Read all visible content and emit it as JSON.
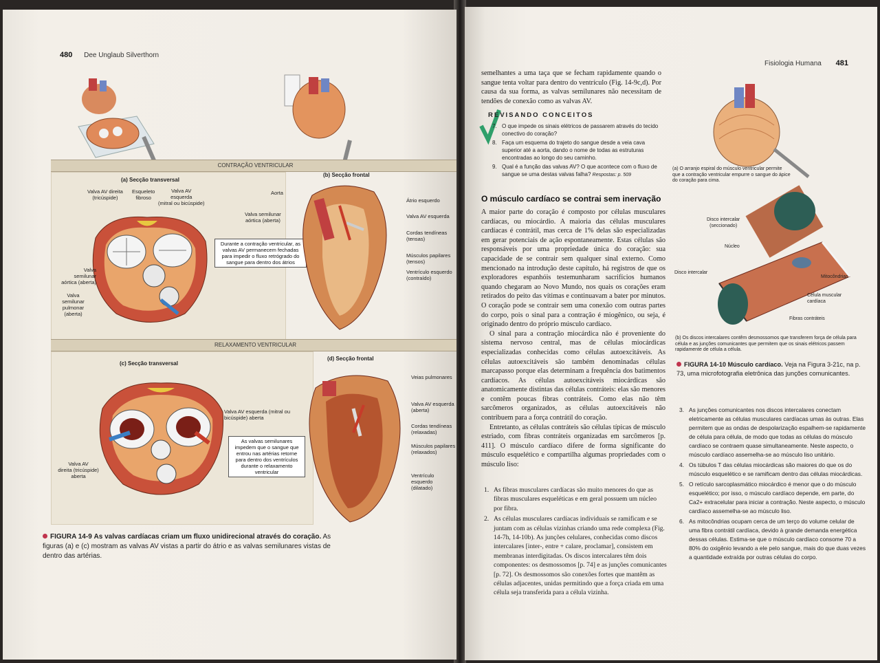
{
  "left_page": {
    "page_number": "480",
    "running_head": "Dee Unglaub Silverthorn",
    "banner_top": "CONTRAÇÃO VENTRICULAR",
    "banner_bottom": "RELAXAMENTO VENTRICULAR",
    "panel_a": {
      "title": "(a) Secção transversal",
      "labels": {
        "valva_av_direita": "Valva AV direita\n(tricúspide)",
        "esqueleto": "Esqueleto\nfibroso",
        "valva_av_esquerda": "Valva AV\nesquerda\n(mitral ou bicúspide)",
        "valva_semilunar_aortica": "Valva\nsemilunar\naórtica (aberta)",
        "valva_semilunar_pulmonar": "Valva\nsemilunar\npulmonar\n(aberta)"
      },
      "callout": "Durante a contração ventricular, as valvas AV permanecem fechadas para impedir o fluxo retrógrado do sangue para dentro dos átrios"
    },
    "panel_b": {
      "title": "(b) Secção frontal",
      "labels": {
        "aorta": "Aorta",
        "valva_semilunar_aortica": "Valva semilunar\naórtica (aberta)",
        "atrio_esquerdo": "Átrio esquerdo",
        "valva_av_esquerda": "Valva AV esquerda",
        "cordas": "Cordas tendíneas\n(tensas)",
        "musculos": "Músculos papilares\n(tensos)",
        "ventriculo": "Ventrículo esquerdo\n(contraído)"
      }
    },
    "panel_c": {
      "title": "(c) Secção transversal",
      "labels": {
        "valva_av_esquerda": "Valva AV esquerda (mitral ou\nbicúspide) aberta",
        "valva_av_direita": "Valva AV\ndireita (tricúspide)\naberta"
      },
      "callout": "As valvas semilunares impedem que o sangue que entrou nas artérias retorne para dentro dos ventrículos durante o relaxamento ventricular"
    },
    "panel_d": {
      "title": "(d) Secção frontal",
      "labels": {
        "veias": "Veias pulmonares",
        "valva_av_esquerda": "Valva AV esquerda\n(aberta)",
        "cordas": "Cordas tendíneas\n(relaxadas)",
        "musculos": "Músculos papilares\n(relaxados)",
        "ventriculo": "Ventrículo esquerdo\n(dilatado)"
      }
    },
    "figure_caption": {
      "label": "FIGURA 14-9",
      "title": "As valvas cardíacas criam um fluxo unidirecional através do coração.",
      "text": "As figuras (a) e (c) mostram as valvas AV vistas a partir do átrio e as valvas semilunares vistas de dentro das artérias."
    }
  },
  "right_page": {
    "page_number": "481",
    "running_head": "Fisiologia Humana",
    "intro_text": "semelhantes a uma taça que se fecham rapidamente quando o sangue tenta voltar para dentro do ventrículo (Fig. 14-9c,d). Por causa da sua forma, as valvas semilunares não necessitam de tendões de conexão como as valvas AV.",
    "revisando": {
      "title": "REVISANDO CONCEITOS",
      "items": [
        {
          "n": "7.",
          "text": "O que impede os sinais elétricos de passarem através do tecido conectivo do coração?"
        },
        {
          "n": "8.",
          "text": "Faça um esquema do trajeto do sangue desde a veia cava superior até a aorta, dando o nome de todas as estruturas encontradas ao longo do seu caminho."
        },
        {
          "n": "9.",
          "text": "Qual é a função das valvas AV? O que acontece com o fluxo de sangue se uma destas valvas falha?"
        }
      ],
      "answers": "Respostas: p. 509"
    },
    "section_title": "O músculo cardíaco se contrai sem inervação",
    "paragraphs": [
      "A maior parte do coração é composto por células musculares cardíacas, ou miocárdio. A maioria das células musculares cardíacas é contrátil, mas cerca de 1% delas são especializadas em gerar potenciais de ação espontaneamente. Estas células são responsáveis por uma propriedade única do coração: sua capacidade de se contrair sem qualquer sinal externo. Como mencionado na introdução deste capítulo, há registros de que os exploradores espanhóis testemunharam sacrifícios humanos quando chegaram ao Novo Mundo, nos quais os corações eram retirados do peito das vítimas e continuavam a bater por minutos. O coração pode se contrair sem uma conexão com outras partes do corpo, pois o sinal para a contração é miogênico, ou seja, é originado dentro do próprio músculo cardíaco.",
      "O sinal para a contração miocárdica não é proveniente do sistema nervoso central, mas de células miocárdicas especializadas conhecidas como células autoexcitáveis. As células autoexcitáveis são também denominadas células marcapasso porque elas determinam a frequência dos batimentos cardíacos. As células autoexcitáveis miocárdicas são anatomicamente distintas das células contráteis: elas são menores e contêm poucas fibras contráteis. Como elas não têm sarcômeros organizados, as células autoexcitáveis não contribuem para a força contrátil do coração.",
      "Entretanto, as células contráteis são células típicas de músculo estriado, com fibras contráteis organizadas em sarcômeros [p. 411]. O músculo cardíaco difere de forma significante do músculo esquelético e compartilha algumas propriedades com o músculo liso:"
    ],
    "list_left": [
      {
        "n": "1.",
        "text": "As fibras musculares cardíacas são muito menores do que as fibras musculares esqueléticas e em geral possuem um núcleo por fibra."
      },
      {
        "n": "2.",
        "text": "As células musculares cardíacas individuais se ramificam e se juntam com as células vizinhas criando uma rede complexa (Fig. 14-7h, 14-10b). As junções celulares, conhecidas como discos intercalares [inter-, entre + calare, proclamar], consistem em membranas interdigitadas. Os discos intercalares têm dois componentes: os desmossomos [p. 74] e as junções comunicantes [p. 72]. Os desmossomos são conexões fortes que mantêm as células adjacentes, unidas permitindo que a força criada em uma célula seja transferida para a célula vizinha."
      }
    ],
    "figure_labels": {
      "a": "(a) O arranjo espiral do músculo ventricular permite que a contração ventricular empurre o sangue do ápice do coração para cima.",
      "disco_seccionado": "Disco intercalar\n(seccionado)",
      "nucleo": "Núcleo",
      "disco_intercalar": "Disco intercalar",
      "mitocondrias": "Mitocôndrias",
      "celula": "Célula muscular\ncardíaca",
      "fibras": "Fibras contráteis",
      "b": "(b) Os discos intercalares contêm desmossomos que transferem força de célula para célula e as junções comunicantes que permitem que os sinais elétricos passem rapidamente de célula a célula."
    },
    "figure_caption": {
      "label": "FIGURA 14-10",
      "title": "Músculo cardíaco.",
      "text": "Veja na Figura 3-21c, na p. 73, uma microfotografia eletrônica das junções comunicantes."
    },
    "list_right": [
      {
        "n": "3.",
        "text": "As junções comunicantes nos discos intercalares conectam eletricamente as células musculares cardíacas umas às outras. Elas permitem que as ondas de despolarização espalhem-se rapidamente de célula para célula, de modo que todas as células do músculo cardíaco se contraem quase simultaneamente. Neste aspecto, o músculo cardíaco assemelha-se ao músculo liso unitário."
      },
      {
        "n": "4.",
        "text": "Os túbulos T das células miocárdicas são maiores do que os do músculo esquelético e se ramificam dentro das células miocárdicas."
      },
      {
        "n": "5.",
        "text": "O retículo sarcoplasmático miocárdico é menor que o do músculo esquelético; por isso, o músculo cardíaco depende, em parte, do Ca2+ extracelular para iniciar a contração. Neste aspecto, o músculo cardíaco assemelha-se ao músculo liso."
      },
      {
        "n": "6.",
        "text": "As mitocôndrias ocupam cerca de um terço do volume celular de uma fibra contrátil cardíaca, devido à grande demanda energética dessas células. Estima-se que o músculo cardíaco consome 70 a 80% do oxigênio levando a ele pelo sangue, mais do que duas vezes a quantidade extraída por outras células do corpo."
      }
    ]
  }
}
